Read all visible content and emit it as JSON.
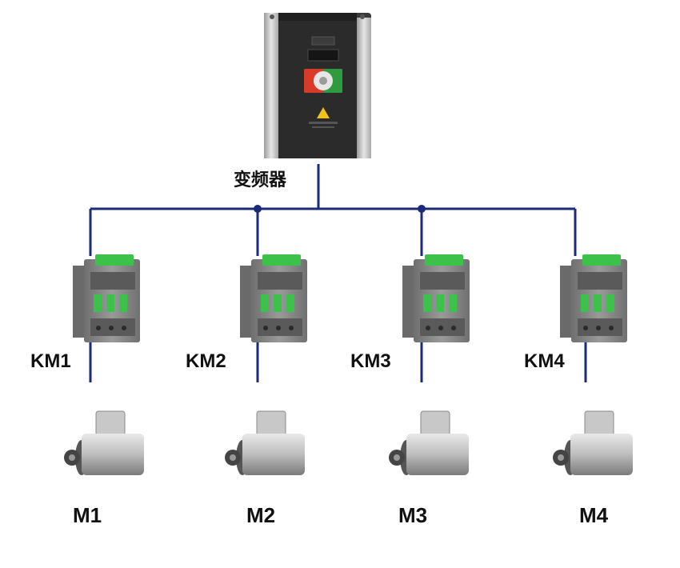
{
  "inverter": {
    "label": "变频器"
  },
  "contactors": [
    {
      "label": "KM1"
    },
    {
      "label": "KM2"
    },
    {
      "label": "KM3"
    },
    {
      "label": "KM4"
    }
  ],
  "motors": [
    {
      "label": "M1"
    },
    {
      "label": "M2"
    },
    {
      "label": "M3"
    },
    {
      "label": "M4"
    }
  ],
  "colors": {
    "wire": "#1a2b7a",
    "inverter_body": "#2b2b2b",
    "inverter_side": "#c9c9c9",
    "contactor_body": "#8a8a8a",
    "contactor_accent": "#3cc24a",
    "motor_body": "#b8b8b8"
  }
}
